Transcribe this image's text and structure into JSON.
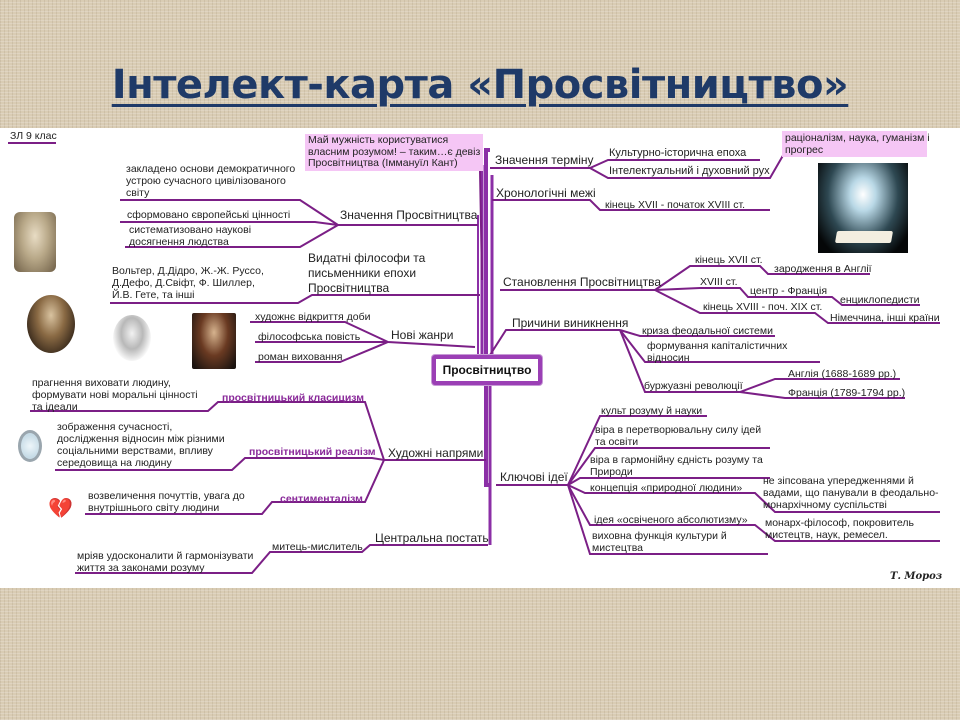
{
  "title": "Інтелект-карта «Просвітництво»",
  "corner_label": "ЗЛ 9 клас",
  "signature": "Т. Мороз",
  "colors": {
    "line": "#7b1f86",
    "title": "#1f3a68",
    "highlight": "#f5c6f5",
    "accent_text": "#8a2a9a",
    "center_border": "#9b3fb5"
  },
  "center": "Просвітництво",
  "quote": [
    "Май мужність користуватися",
    "власним розумом! – таким…є девіз",
    "Просвітництва  (Іммануїл Кант)"
  ],
  "right": {
    "term": {
      "label": "Значення терміну",
      "items": [
        "Культурно-історична епоха",
        "Інтелектуальний і духовний рух"
      ],
      "detail": [
        "раціоналізм, наука, гуманізм і",
        "прогрес"
      ]
    },
    "chronology": {
      "label": "Хронологічні межі",
      "items": [
        "кінець XVII - початок XVIII ст."
      ]
    },
    "formation": {
      "label": "Становлення Просвітництва",
      "items": [
        {
          "label": "кінець XVII ст.",
          "detail": "зародження в Англії"
        },
        {
          "label": "XVIII ст.",
          "detail": "центр - Франція",
          "sub": "енциклопедисти"
        },
        {
          "label": "кінець XVIII - поч. XIX ст.",
          "detail": "Німеччина, інші країни"
        }
      ]
    },
    "causes": {
      "label": "Причини виникнення",
      "items": [
        "криза  феодальної системи",
        "формування  капіталістичних",
        "відносин",
        "буржуазні революції"
      ],
      "revolutions": [
        "Англія (1688-1689 рр.)",
        "Франція (1789-1794 рр.)"
      ]
    },
    "key_ideas": {
      "label": "Ключові  ідеї",
      "items": [
        "культ розуму й  науки",
        "віра в перетворювальну силу ідей",
        "та освіти",
        "віра в гармонійну єдність розуму та",
        "Природи",
        "концепція «природної людини»",
        "ідея «освіченого абсолютизму»",
        "виховна функція культури й",
        "мистецтва"
      ],
      "natural_man_detail": [
        "не зіпсована упередженнями й",
        "вадами, що панували в феодально-",
        "монархічному суспільстві"
      ],
      "absolutism_detail": [
        "монарх-філософ, покровитель",
        "мистецтв, наук, ремесел."
      ]
    }
  },
  "left": {
    "significance": {
      "label": "Значення Просвітництва",
      "items": [
        [
          "закладено основи демократичного",
          "устрою сучасного цивілізованого",
          "світу"
        ],
        [
          "сформовано європейські цінності"
        ],
        [
          "систематизовано наукові",
          "досягнення людства"
        ]
      ]
    },
    "philosophers": {
      "label": [
        "Видатні філософи та",
        "письменники епохи",
        "Просвітництва"
      ],
      "names": [
        "Вольтер, Д.Дідро, Ж.-Ж. Руссо,",
        "Д.Дефо, Д.Свіфт,  Ф. Шиллер,",
        "Й.В. Гете, та інші"
      ]
    },
    "genres": {
      "label": "Нові жанри",
      "items": [
        "художнє відкриття доби",
        "філософська повість",
        "роман виховання"
      ]
    },
    "art_trends": {
      "label": "Художні напрями",
      "items": [
        {
          "label": "просвітницький класицизм",
          "desc": [
            "прагнення виховати людину,",
            "формувати нові моральні цінності",
            "та ідеали"
          ]
        },
        {
          "label": "просвітницький реалізм",
          "desc": [
            "зображення сучасності,",
            "дослідження відносин між різними",
            "соціальними верствами, впливу",
            "середовища на людину"
          ]
        },
        {
          "label": "сентименталізм",
          "desc": [
            "возвеличення почуттів, увага до",
            "внутрішнього світу людини"
          ]
        }
      ]
    },
    "central_figure": {
      "label": "Центральна постать",
      "item": "митець-мислитель",
      "desc": [
        "мріяв удосконалити й гармонізувати",
        "життя за законами розуму"
      ]
    }
  },
  "images": [
    "voltaire-portrait",
    "swift-portrait",
    "schiller-portrait",
    "goethe-portrait",
    "glowing-book",
    "mirror",
    "broken-heart"
  ]
}
